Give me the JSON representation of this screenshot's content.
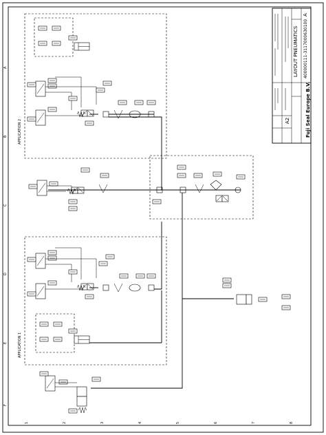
{
  "title_block": {
    "drawing_title": "LAYOUT PNEUMATICS",
    "drawing_number": "400000111-3117000630100",
    "revision": "A",
    "sheet_size": "A2",
    "company": "Fuji Seal Europe B.V."
  },
  "regions": {
    "application_1": "APPLICATION 1",
    "application_2": "APPLICATION 2"
  },
  "grid": {
    "top": [
      "1",
      "2",
      "3",
      "4",
      "5",
      "6",
      "7",
      "8"
    ],
    "side": [
      "A",
      "B",
      "C",
      "D",
      "E",
      "F"
    ]
  }
}
